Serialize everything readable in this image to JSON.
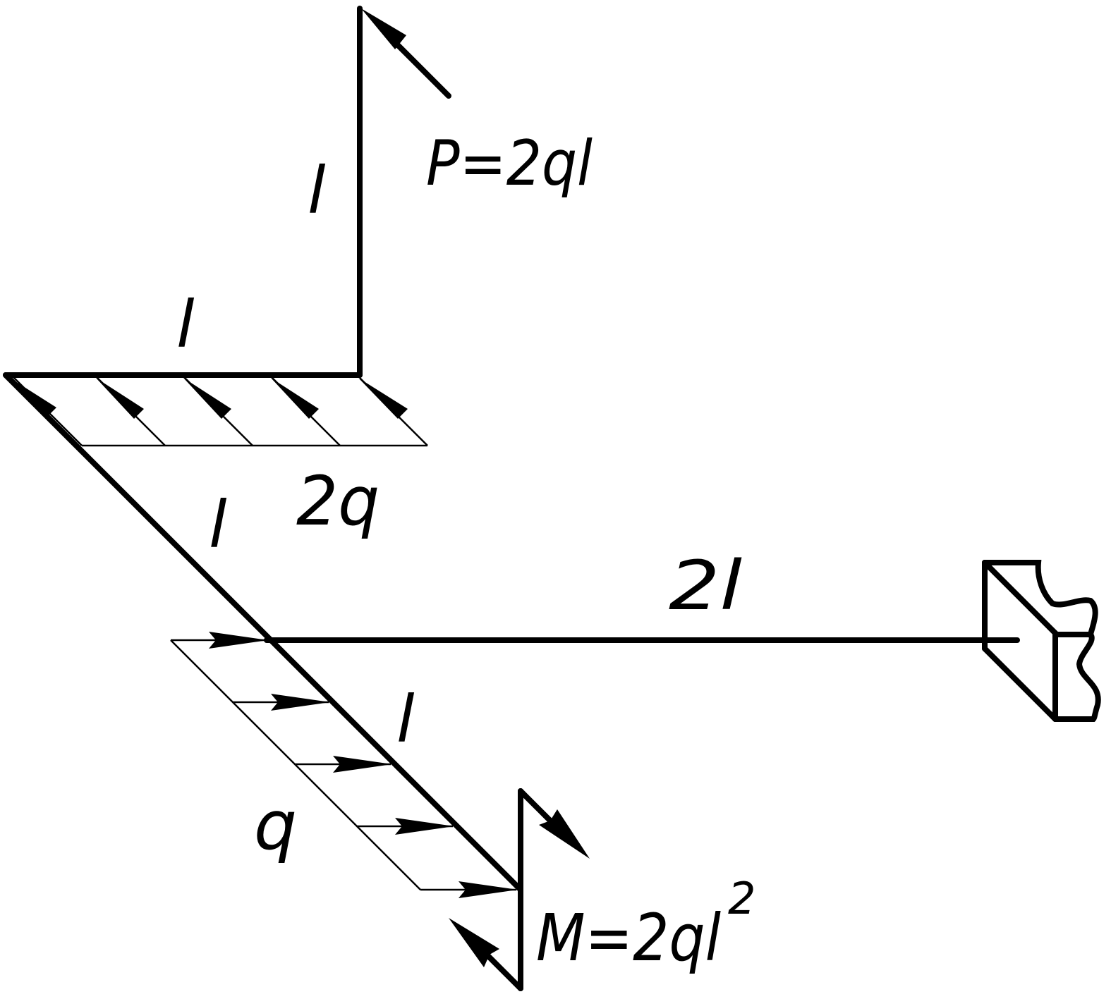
{
  "labels": {
    "force_p": "P=2ql",
    "len_vertical": "l",
    "len_top": "l",
    "len_diag_upper": "l",
    "load_2q": "2q",
    "len_2l": "2l",
    "len_diag_lower": "l",
    "load_q": "q",
    "moment_main": "M=2ql",
    "moment_exp": "2"
  },
  "colors": {
    "ink": "#000000",
    "background": "#ffffff"
  }
}
